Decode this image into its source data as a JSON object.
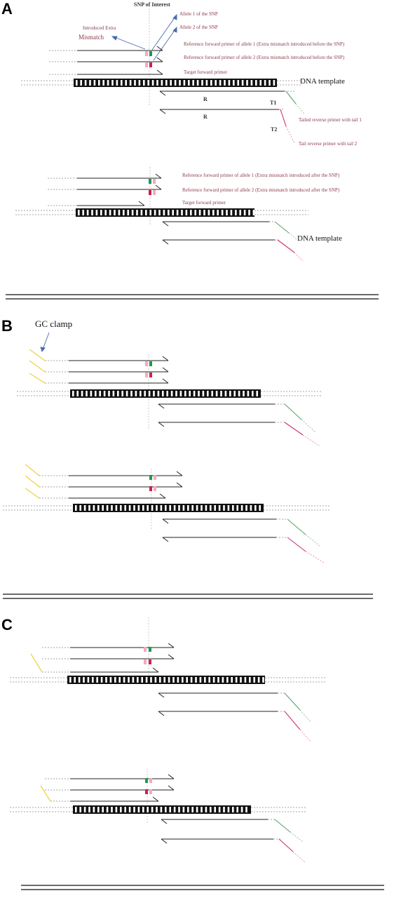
{
  "panels": {
    "A": "A",
    "B": "B",
    "C": "C"
  },
  "panelA": {
    "snp_of_interest": "SNP of Interest",
    "introduced_extra": "Introduced Extra",
    "mismatch": "Mismatch",
    "allele1": "Allele 1 of the SNP",
    "allele2": "Allele 2 of the SNP",
    "ref_fwd_allele1_before": "Reference forward primer of allele 1 (Extra mismatch introduced before the SNP)",
    "ref_fwd_allele2_before": "Reference forward primer of allele 2 (Extra mismatch introduced before the SNP)",
    "target_fwd": "Target forward primer",
    "dna_template": "DNA template",
    "R1": "R",
    "R2": "R",
    "T1": "T1",
    "T2": "T2",
    "tailed_rev_tail1": "Tailed reverse primer with tail 1",
    "tail_rev_tail2": "Tail reverse primer with tail 2",
    "ref_fwd_allele1_after": "Reference forward primer of allele 1 (Extra mismatch introduced after the SNP)",
    "ref_fwd_allele2_after": "Reference forward primer of allele 2 (Extra mismatch introduced after the SNP)",
    "target_fwd_2": "Target forward primer",
    "dna_template_2": "DNA template"
  },
  "panelB": {
    "gc_clamp": "GC clamp"
  },
  "colors": {
    "allele1": "#1f9a4a",
    "allele2": "#d0204a",
    "mismatch": "#f2aac0",
    "gc_clamp": "#f0d040",
    "tail1": "#5aa46a",
    "tail2": "#d0306a",
    "label": "#8a3a4a",
    "arrow": "#4a6ab0"
  }
}
